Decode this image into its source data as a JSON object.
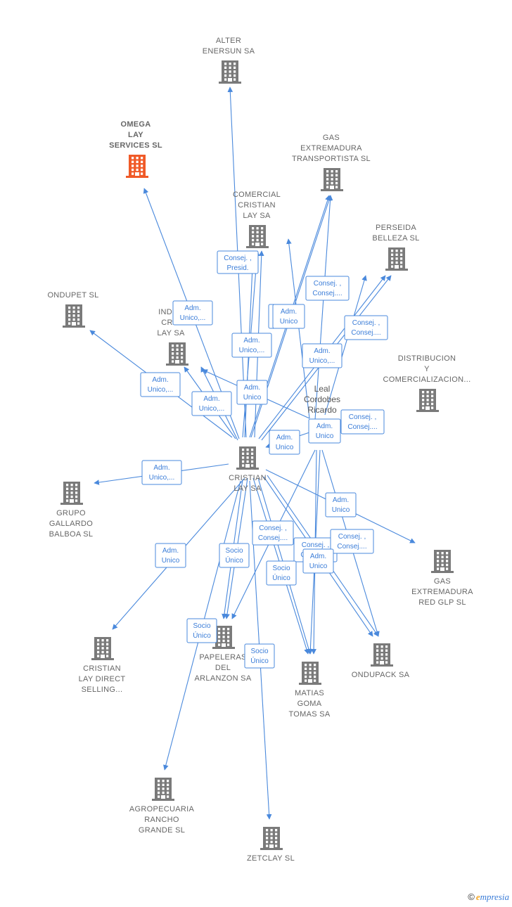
{
  "colors": {
    "building": "#7a7a7a",
    "highlight": "#f05a28",
    "edge": "#4a89dc",
    "label": "#666666"
  },
  "brand": {
    "copyright": "©",
    "initial": "e",
    "name": "mpresia"
  },
  "person": {
    "lines": [
      "Leal",
      "Cordobes",
      "Ricardo"
    ]
  },
  "nodes": [
    {
      "id": "cristian_lay",
      "lines": [
        "CRISTIAN",
        "LAY SA"
      ],
      "icon": "building-icon"
    },
    {
      "id": "alter",
      "lines": [
        "ALTER",
        "ENERSUN SA"
      ],
      "icon": "building-icon"
    },
    {
      "id": "omega",
      "lines": [
        "OMEGA",
        "LAY",
        "SERVICES  SL"
      ],
      "icon": "building-icon",
      "highlight": true
    },
    {
      "id": "gas_ext_trans",
      "lines": [
        "GAS",
        "EXTREMADURA",
        "TRANSPORTISTA SL"
      ],
      "icon": "building-icon"
    },
    {
      "id": "comercial",
      "lines": [
        "COMERCIAL",
        "CRISTIAN",
        "LAY SA"
      ],
      "icon": "building-icon"
    },
    {
      "id": "perseida",
      "lines": [
        "PERSEIDA",
        "BELLEZA  SL"
      ],
      "icon": "building-icon"
    },
    {
      "id": "ondupet",
      "lines": [
        "ONDUPET  SL"
      ],
      "icon": "building-icon"
    },
    {
      "id": "industrias",
      "lines": [
        "INDUS",
        "CRIS",
        "LAY SA"
      ],
      "icon": "building-icon"
    },
    {
      "id": "distribucion",
      "lines": [
        "DISTRIBUCION",
        "Y",
        "COMERCIALIZACION..."
      ],
      "icon": "building-icon"
    },
    {
      "id": "grupo",
      "lines": [
        "GRUPO",
        "GALLARDO",
        "BALBOA  SL"
      ],
      "icon": "building-icon"
    },
    {
      "id": "gas_ext_red",
      "lines": [
        "GAS",
        "EXTREMADURA",
        "RED GLP  SL"
      ],
      "icon": "building-icon"
    },
    {
      "id": "cl_direct",
      "lines": [
        "CRISTIAN",
        "LAY DIRECT",
        "SELLING..."
      ],
      "icon": "building-icon"
    },
    {
      "id": "papeleras",
      "lines": [
        "PAPELERAS",
        "DEL",
        "ARLANZON SA"
      ],
      "icon": "building-icon"
    },
    {
      "id": "matias",
      "lines": [
        "MATIAS",
        "GOMA",
        "TOMAS SA"
      ],
      "icon": "building-icon"
    },
    {
      "id": "ondupack",
      "lines": [
        "ONDUPACK SA"
      ],
      "icon": "building-icon"
    },
    {
      "id": "agropecuaria",
      "lines": [
        "AGROPECUARIA",
        "RANCHO",
        "GRANDE SL"
      ],
      "icon": "building-icon"
    },
    {
      "id": "zetclay",
      "lines": [
        "ZETCLAY  SL"
      ],
      "icon": "building-icon"
    }
  ],
  "relations": [
    {
      "lines": [
        "Consej. ,",
        "Presid."
      ]
    },
    {
      "lines": [
        "Adm.",
        "Unico,..."
      ]
    },
    {
      "lines": [
        "Consej. ,",
        "Consej...."
      ]
    },
    {
      "lines": [
        "Adm.",
        "Unico"
      ]
    },
    {
      "lines": [
        "Adm.",
        "Unico"
      ]
    },
    {
      "lines": [
        "Consej. ,",
        "Consej...."
      ]
    },
    {
      "lines": [
        "Adm.",
        "Unico,..."
      ]
    },
    {
      "lines": [
        "Adm.",
        "Unico,..."
      ]
    },
    {
      "lines": [
        "Adm.",
        "Unico,..."
      ]
    },
    {
      "lines": [
        "Adm.",
        "Unico"
      ]
    },
    {
      "lines": [
        "Adm.",
        "Unico,..."
      ]
    },
    {
      "lines": [
        "Consej. ,",
        "Consej...."
      ]
    },
    {
      "lines": [
        "Adm.",
        "Unico"
      ]
    },
    {
      "lines": [
        "Adm.",
        "Unico"
      ]
    },
    {
      "lines": [
        "Adm.",
        "Unico,..."
      ]
    },
    {
      "lines": [
        "Adm.",
        "Unico"
      ]
    },
    {
      "lines": [
        "Consej. ,",
        "Consej...."
      ]
    },
    {
      "lines": [
        "Adm.",
        "Unico"
      ]
    },
    {
      "lines": [
        "Socio",
        "Único"
      ]
    },
    {
      "lines": [
        "Consej. ,",
        "Consej...."
      ]
    },
    {
      "lines": [
        "Consej. ,",
        "Consej...."
      ]
    },
    {
      "lines": [
        "Socio",
        "Único"
      ]
    },
    {
      "lines": [
        "Adm.",
        "Unico"
      ]
    },
    {
      "lines": [
        "Socio",
        "Único"
      ]
    },
    {
      "lines": [
        "Socio",
        "Único"
      ]
    }
  ]
}
